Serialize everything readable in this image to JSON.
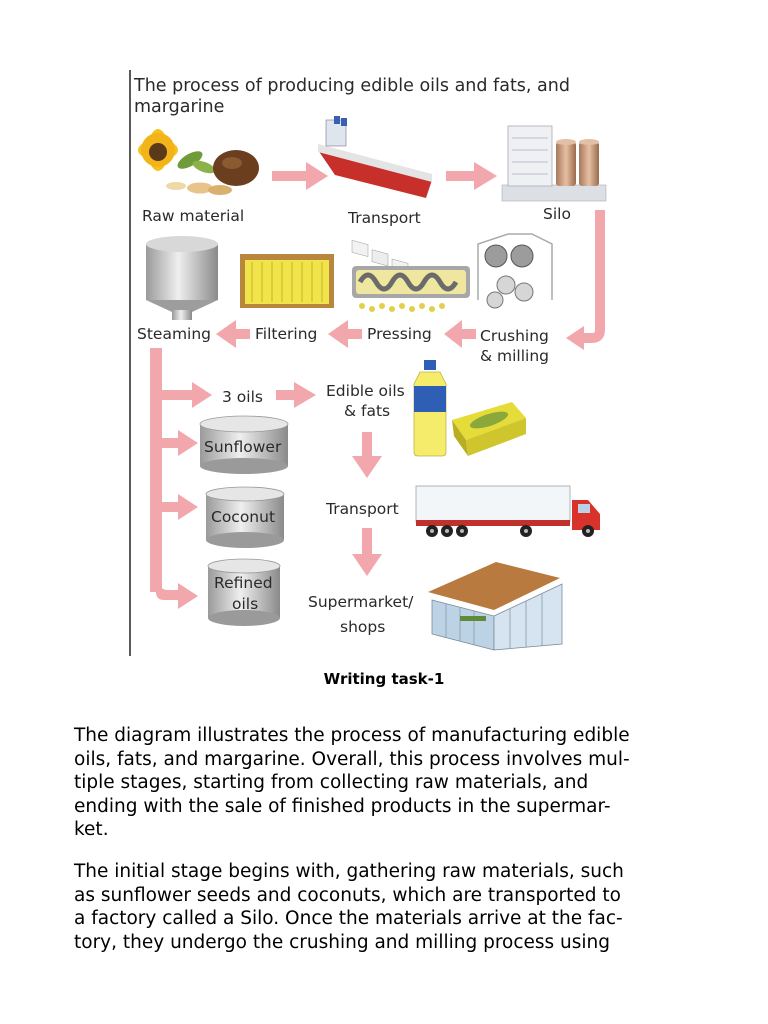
{
  "diagram": {
    "title_lines": [
      "The process of producing edible oils and fats, and",
      "margarine"
    ],
    "labels": {
      "raw_material": "Raw material",
      "transport_1": "Transport",
      "silo": "Silo",
      "steaming": "Steaming",
      "filtering": "Filtering",
      "pressing": "Pressing",
      "crushing": "Crushing",
      "milling": "& milling",
      "three_oils": "3 oils",
      "edible_oils": "Edible oils",
      "and_fats": "& fats",
      "sunflower": "Sunflower",
      "coconut": "Coconut",
      "refined": "Refined",
      "oils": "oils",
      "transport_2": "Transport",
      "supermarket": "Supermarket/",
      "shops": "shops"
    },
    "colors": {
      "arrow": "#f2a7ad",
      "truck_cab": "#d8322b",
      "barrel": "#c9c9c9",
      "accent_yellow": "#f0e44a"
    }
  },
  "caption": "Writing task-1",
  "paragraph1_lines": [
    "The diagram illustrates the process of manufacturing edible",
    "oils, fats, and margarine. Overall, this process involves mul-",
    "tiple stages, starting from collecting raw materials, and",
    "ending with the sale of finished products in the supermar-",
    "ket."
  ],
  "paragraph2_lines": [
    "The initial stage begins with, gathering raw materials, such",
    "as sunflower seeds and coconuts, which are transported to",
    "a factory called a Silo.  Once the materials arrive at the fac-",
    "tory, they undergo the crushing and milling  process using"
  ]
}
